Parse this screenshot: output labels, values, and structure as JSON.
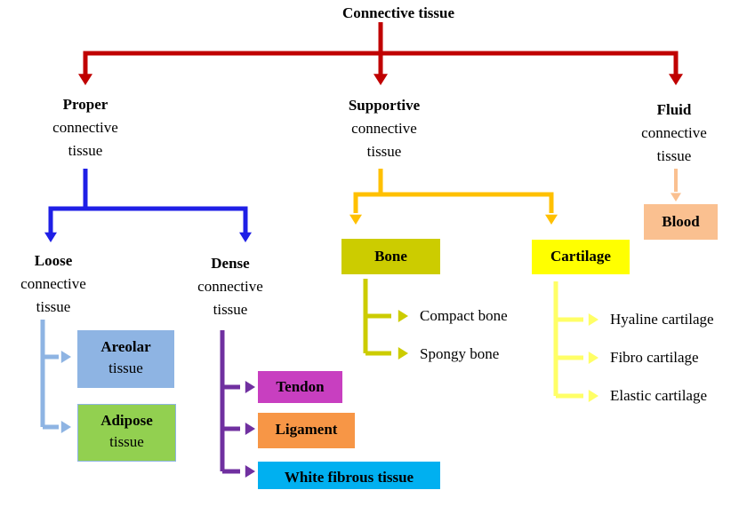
{
  "root": {
    "label": "Connective tissue",
    "color": "#c00000"
  },
  "branches": [
    {
      "id": "proper",
      "title": "Proper",
      "subtitle_1": "connective",
      "subtitle_2": "tissue",
      "color": "#1f1fe6",
      "children": [
        {
          "id": "loose",
          "title": "Loose",
          "subtitle_1": "connective",
          "subtitle_2": "tissue",
          "color": "#8eb4e3",
          "items": [
            {
              "title": "Areolar",
              "subtitle": "tissue",
              "fill": "#8eb4e3"
            },
            {
              "title": "Adipose",
              "subtitle": "tissue",
              "fill": "#92d050"
            }
          ]
        },
        {
          "id": "dense",
          "title": "Dense",
          "subtitle_1": "connective",
          "subtitle_2": "tissue",
          "color": "#7030a0",
          "items": [
            {
              "title": "Tendon",
              "fill": "#c83fc0"
            },
            {
              "title": "Ligament",
              "fill": "#f79646"
            },
            {
              "title": "White fibrous tissue",
              "fill": "#00b0f0"
            }
          ]
        }
      ]
    },
    {
      "id": "supportive",
      "title": "Supportive",
      "subtitle_1": "connective",
      "subtitle_2": "tissue",
      "color": "#ffc000",
      "children": [
        {
          "id": "bone",
          "title": "Bone",
          "fill": "#cccc00",
          "color": "#cccc00",
          "items": [
            "Compact bone",
            "Spongy bone"
          ]
        },
        {
          "id": "cartilage",
          "title": "Cartilage",
          "fill": "#ffff00",
          "color": "#ffff66",
          "items": [
            "Hyaline cartilage",
            "Fibro cartilage",
            "Elastic cartilage"
          ]
        }
      ]
    },
    {
      "id": "fluid",
      "title": "Fluid",
      "subtitle_1": "connective",
      "subtitle_2": "tissue",
      "color": "#fac090",
      "children": [
        {
          "id": "blood",
          "title": "Blood",
          "fill": "#fac090"
        }
      ]
    }
  ]
}
